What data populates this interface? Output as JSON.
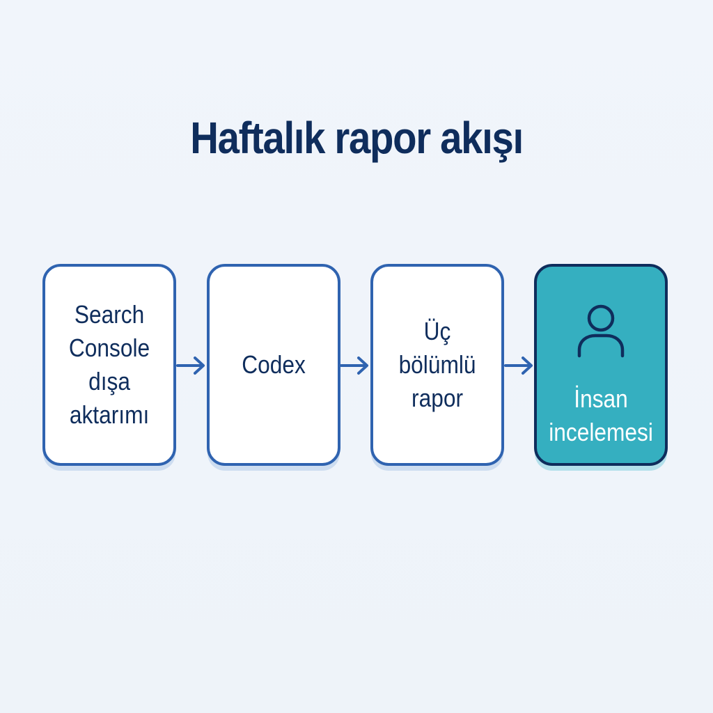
{
  "title": "Haftalık rapor akışı",
  "steps": [
    {
      "label": "Search\nConsole\ndışa\naktarımı"
    },
    {
      "label": "Codex"
    },
    {
      "label": "Üç\nbölümlü\nrapor"
    },
    {
      "label": "İnsan\nincelemesi",
      "icon": "person-icon"
    }
  ],
  "colors": {
    "title": "#0f2d5c",
    "box_border": "#2f63b0",
    "highlight_fill": "#35afc0",
    "arrow": "#2f63b0"
  }
}
